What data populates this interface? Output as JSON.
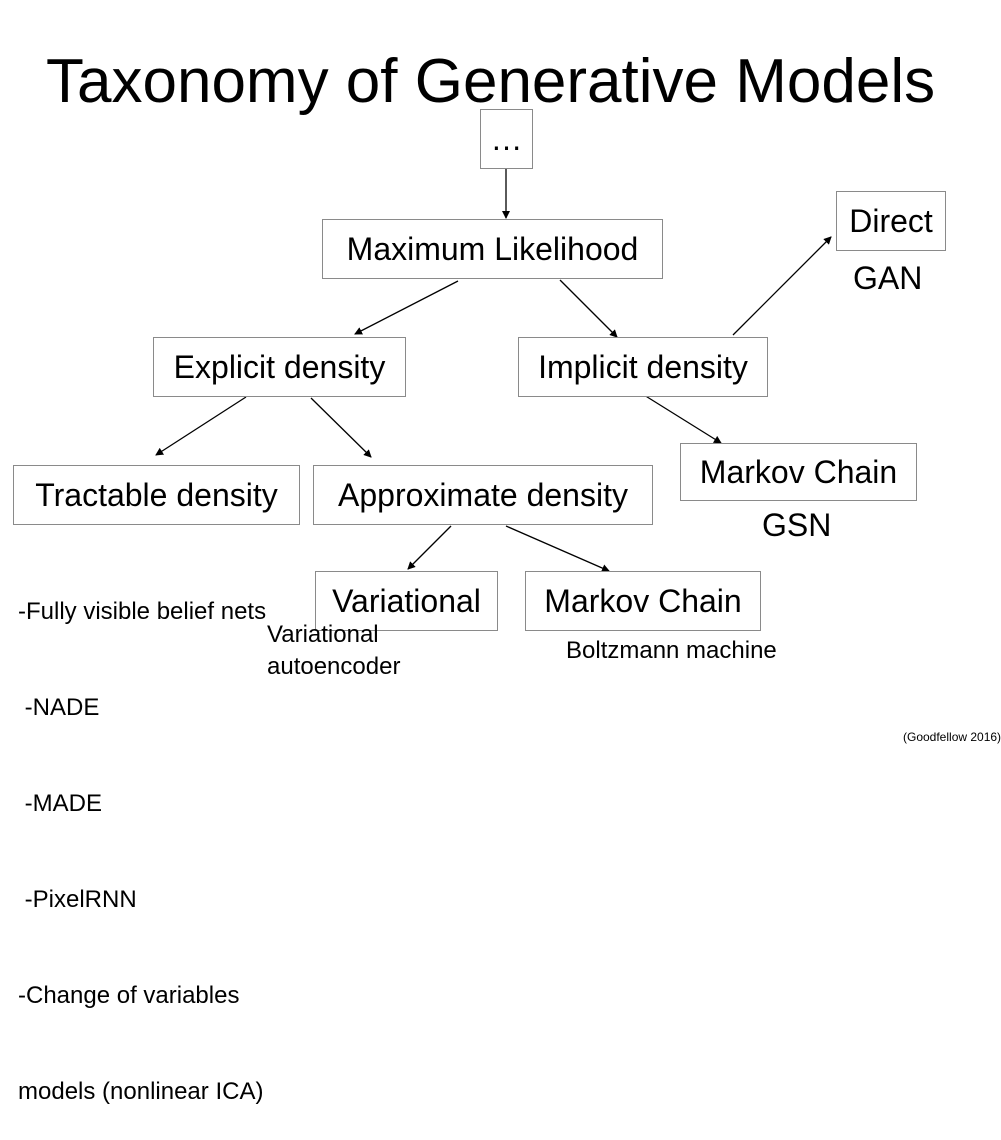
{
  "title": "Taxonomy of Generative Models",
  "nodes": {
    "root": "…",
    "max_likelihood": "Maximum Likelihood",
    "explicit": "Explicit density",
    "implicit": "Implicit density",
    "direct": "Direct",
    "tractable": "Tractable density",
    "approximate": "Approximate density",
    "markov_chain_implicit": "Markov Chain",
    "variational": "Variational",
    "markov_chain_approx": "Markov Chain"
  },
  "labels": {
    "gan": "GAN",
    "gsn": "GSN",
    "boltzmann": "Boltzmann machine",
    "vae_line1": "Variational",
    "vae_line2": "autoencoder",
    "tractable_examples": [
      "-Fully visible belief nets",
      " -NADE",
      " -MADE",
      " -PixelRNN",
      "-Change of variables",
      "models (nonlinear ICA)"
    ]
  },
  "citation": "(Goodfellow 2016)"
}
